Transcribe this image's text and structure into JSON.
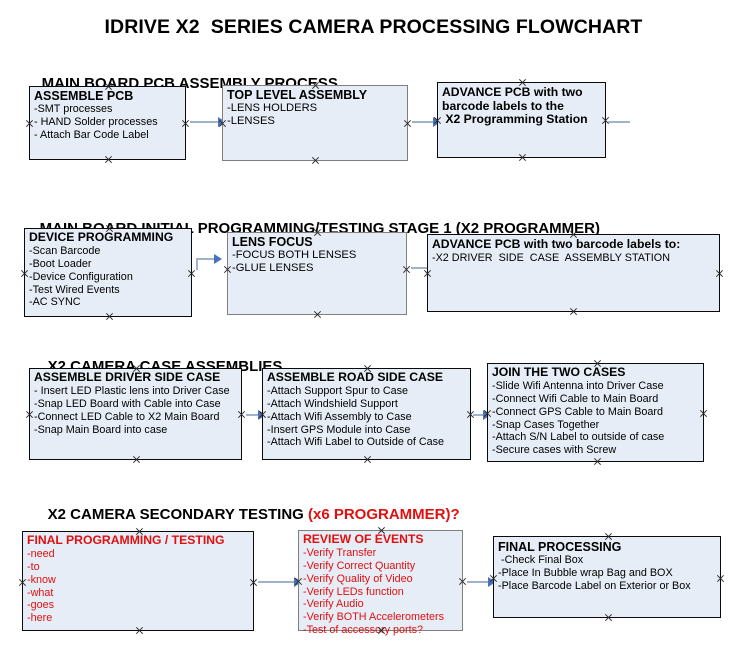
{
  "title": "IDRIVE X2  SERIES CAMERA PROCESSING FLOWCHART",
  "colors": {
    "node_fill": "#e7edf6",
    "border_dark": "#0a0a0a",
    "border_gray": "#7f7f7f",
    "accent_red": "#e01010",
    "arrow_line": "#9fb4cc",
    "arrow_head": "#4a72b8"
  },
  "sections": [
    {
      "heading": "MAIN BOARD PCB ASSEMBLY PROCESS",
      "heading_accent": "",
      "nodes": [
        {
          "title": "ASSEMBLE PCB",
          "lines": [
            "-SMT processes",
            "- HAND Solder processes",
            "- Attach Bar Code Label"
          ]
        },
        {
          "title": "TOP LEVEL ASSEMBLY",
          "lines": [
            "-LENS HOLDERS",
            "-LENSES"
          ]
        },
        {
          "title": "ADVANCE PCB with two",
          "lines": [
            "barcode labels to the",
            " X2 Programming Station"
          ]
        }
      ]
    },
    {
      "heading": "MAIN BOARD INITIAL PROGRAMMING/TESTING STAGE 1 (X2 PROGRAMMER)",
      "heading_accent": "",
      "nodes": [
        {
          "title": "DEVICE PROGRAMMING",
          "lines": [
            "-Scan Barcode",
            "-Boot Loader",
            "-Device Configuration",
            "-Test Wired Events",
            "-AC SYNC"
          ]
        },
        {
          "title": "LENS FOCUS",
          "lines": [
            "-FOCUS BOTH LENSES",
            "-GLUE LENSES"
          ]
        },
        {
          "title": "ADVANCE PCB with two barcode labels to:",
          "lines": [
            "-X2 DRIVER  SIDE  CASE  ASSEMBLY STATION"
          ]
        }
      ]
    },
    {
      "heading": "X2 CAMERA CASE ASSEMBLIES",
      "heading_accent": "",
      "nodes": [
        {
          "title": "ASSEMBLE DRIVER SIDE CASE",
          "lines": [
            "- Insert LED Plastic lens into Driver Case",
            "-Snap LED Board with Cable into Case",
            "-Connect LED Cable to X2 Main Board",
            "-Snap Main Board into case"
          ]
        },
        {
          "title": "ASSEMBLE ROAD SIDE CASE",
          "lines": [
            "-Attach Support Spur to Case",
            "-Attach Windshield Support",
            "-Attach Wifi Assembly to Case",
            "-Insert GPS Module into Case",
            "-Attach Wifi Label to Outside of Case"
          ]
        },
        {
          "title": "JOIN THE TWO CASES",
          "lines": [
            "-Slide Wifi Antenna into Driver Case",
            "-Connect Wifi Cable to Main Board",
            "-Connect GPS Cable to Main Board",
            "-Snap Cases Together",
            "-Attach S/N Label to outside of case",
            "-Secure cases with Screw"
          ]
        }
      ]
    },
    {
      "heading": "X2 CAMERA SECONDARY TESTING ",
      "heading_accent": "(x6 PROGRAMMER)?",
      "nodes": [
        {
          "title": "FINAL PROGRAMMING / TESTING",
          "lines": [
            "-need",
            "-to",
            "-know",
            "-what",
            "-goes",
            "-here"
          ]
        },
        {
          "title": "REVIEW OF EVENTS",
          "lines": [
            "-Verify Transfer",
            "-Verify Correct Quantity",
            "-Verify Quality of Video",
            "-Verify LEDs function",
            "-Verify Audio",
            "-Verify BOTH Accelerometers",
            "-Test of accessory ports?"
          ]
        },
        {
          "title": "FINAL PROCESSING",
          "lines": [
            " -Check Final Box",
            "-Place In Bubble wrap Bag and BOX",
            "-Place Barcode Label on Exterior or Box"
          ]
        }
      ]
    }
  ]
}
